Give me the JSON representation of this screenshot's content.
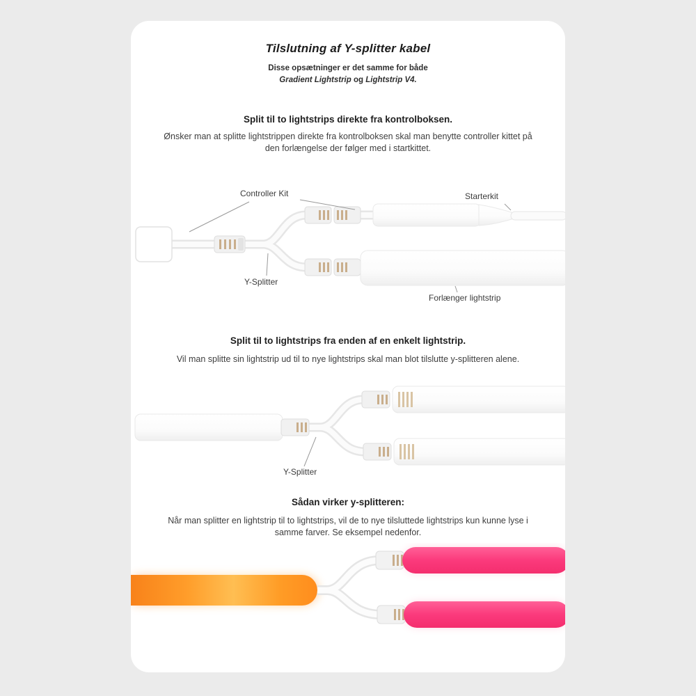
{
  "page": {
    "title": "Tilslutning af Y-splitter kabel",
    "subtitle": {
      "line1": "Disse opsætninger er det samme for både",
      "bold1": "Gradient Lightstrip",
      "connector": " og ",
      "bold2": "Lightstrip V4."
    }
  },
  "sections": {
    "one": {
      "heading": "Split til to lightstrips direkte fra kontrolboksen.",
      "body": "Ønsker man at splitte lightstrippen direkte fra kontrolboksen skal man benytte controller kittet på den forlængelse der følger med i startkittet.",
      "labels": {
        "controller_kit": "Controller Kit",
        "starterkit": "Starterkit",
        "y_splitter": "Y-Splitter",
        "extension": "Forlænger lightstrip"
      }
    },
    "two": {
      "heading": "Split til to lightstrips fra enden af en enkelt lightstrip.",
      "body": "Vil man splitte sin lightstrip ud til to nye lightstrips skal man blot tilslutte y-splitteren alene.",
      "labels": {
        "y_splitter": "Y-Splitter"
      }
    },
    "three": {
      "heading": "Sådan virker y-splitteren:",
      "body": "Når man splitter en lightstrip til to lightstrips, vil de to nye tilsluttede lightstrips kun kunne lyse i samme farver. Se eksempel nedenfor."
    }
  },
  "colors": {
    "background": "#ebebeb",
    "card": "#ffffff",
    "orange_strip": "#ff9a28",
    "pink_strip": "#fb3c7e",
    "connector_pin": "#c9ae8c"
  }
}
